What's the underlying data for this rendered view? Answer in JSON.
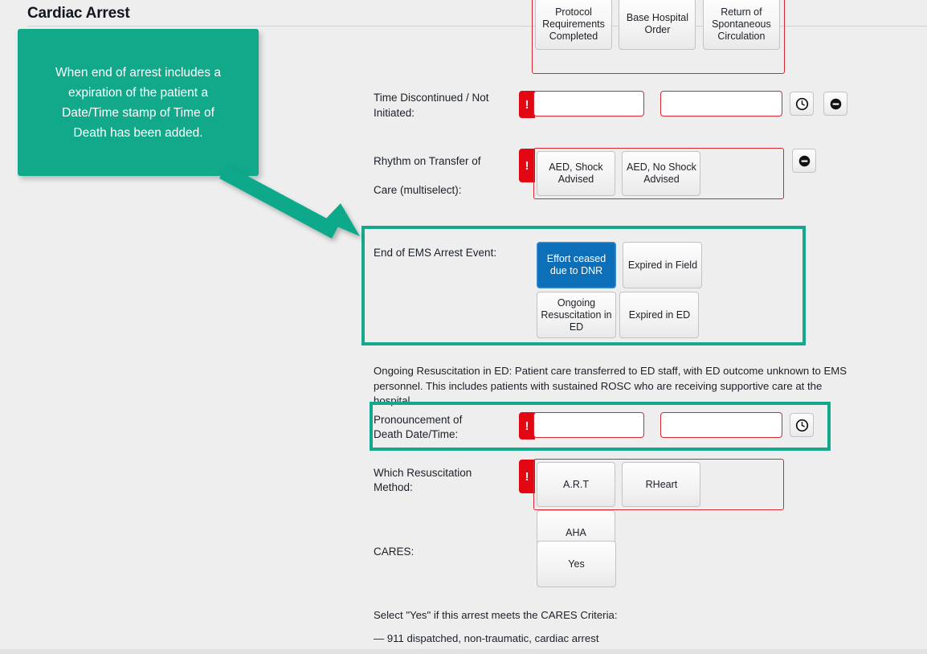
{
  "header": {
    "title": "Cardiac Arrest"
  },
  "callout": {
    "text": "When end of arrest includes a\nexpiration of the patient a\nDate/Time stamp of Time of\nDeath has been added.",
    "color": "#11a98a"
  },
  "colors": {
    "highlight_teal": "#14a98c",
    "required_red": "#d8282f",
    "required_tab_red": "#e30613",
    "selected_blue": "#0d6fb8",
    "page_bg": "#eeeeee"
  },
  "sections": {
    "top_partial_group": {
      "options": [
        "Protocol Requirements Completed",
        "Base Hospital Order",
        "Return of Spontaneous Circulation"
      ]
    },
    "time_discontinued": {
      "label": "Time Discontinued / Not Initiated:",
      "required_marker": "!",
      "date_value": "",
      "time_value": "",
      "date_placeholder": "",
      "time_placeholder": "",
      "clock_icon": "clock-icon",
      "remove_icon": "minus-circle-icon"
    },
    "rhythm_on_transfer": {
      "label_line1": "Rhythm on Transfer of",
      "label_line2": "Care (multiselect):",
      "required_marker": "!",
      "options": [
        "AED, Shock Advised",
        "AED, No Shock Advised"
      ],
      "remove_icon": "minus-circle-icon"
    },
    "end_of_ems_arrest": {
      "label": "End of EMS Arrest Event:",
      "options": [
        {
          "label": "Effort ceased due to DNR",
          "selected": true
        },
        {
          "label": "Expired in Field",
          "selected": false
        },
        {
          "label": "Ongoing Resuscitation in ED",
          "selected": false
        },
        {
          "label": "Expired in ED",
          "selected": false
        }
      ],
      "highlighted": true
    },
    "ongoing_resus_help": {
      "text": "Ongoing Resuscitation in ED: Patient care transferred to ED staff, with ED outcome unknown to EMS personnel. This includes patients with sustained ROSC who are receiving supportive care at the hospital."
    },
    "pronouncement_of_death": {
      "label_line1": "Pronouncement of",
      "label_line2": "Death Date/Time:",
      "required_marker": "!",
      "date_value": "",
      "time_value": "",
      "clock_icon": "clock-icon",
      "highlighted": true
    },
    "resuscitation_method": {
      "label_line1": "Which Resuscitation",
      "label_line2": "Method:",
      "required_marker": "!",
      "options": [
        "A.R.T",
        "RHeart",
        "AHA"
      ]
    },
    "cares": {
      "label": "CARES:",
      "options": [
        "Yes"
      ]
    },
    "cares_help": {
      "line1": "Select \"Yes\" if this arrest meets the CARES Criteria:",
      "line2": "— 911 dispatched, non-traumatic, cardiac arrest"
    }
  }
}
